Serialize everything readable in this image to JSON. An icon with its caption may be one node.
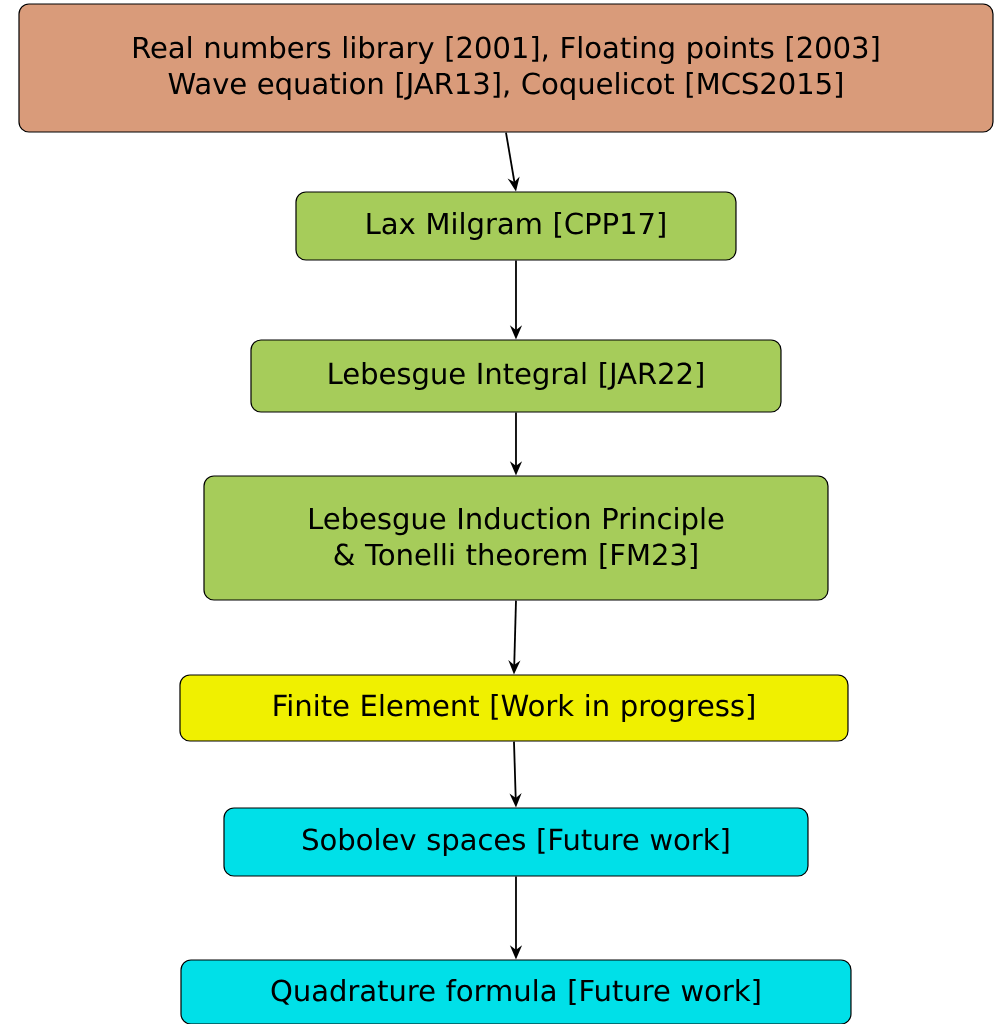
{
  "diagram": {
    "nodes": [
      {
        "text": [
          "Real numbers library [2001], Floating points [2003] Wave equation [JAR13], Coquelicot [MCS2015]"
        ]
      },
      {
        "text": [
          "Lax Milgram [CPP17]"
        ]
      },
      {
        "text": [
          "Lebesgue Integral [JAR22]"
        ]
      },
      {
        "text": [
          "Lebesgue Induction Principle & Tonelli theorem [FM23]"
        ]
      },
      {
        "text": [
          "Finite Element [Work in progress]"
        ]
      },
      {
        "text": [
          "Sobolev spaces [Future work]"
        ]
      },
      {
        "text": [
          "Quadrature formula [Future work]"
        ]
      }
    ],
    "edges": [
      {
        "from": 0,
        "to": 1,
        "arrow": "to"
      },
      {
        "from": 1,
        "to": 2,
        "arrow": "to"
      },
      {
        "from": 2,
        "to": 3,
        "arrow": "to"
      },
      {
        "from": 3,
        "to": 4,
        "arrow": "to"
      },
      {
        "from": 4,
        "to": 5,
        "arrow": "to"
      },
      {
        "from": 5,
        "to": 6,
        "arrow": "to"
      }
    ]
  }
}
